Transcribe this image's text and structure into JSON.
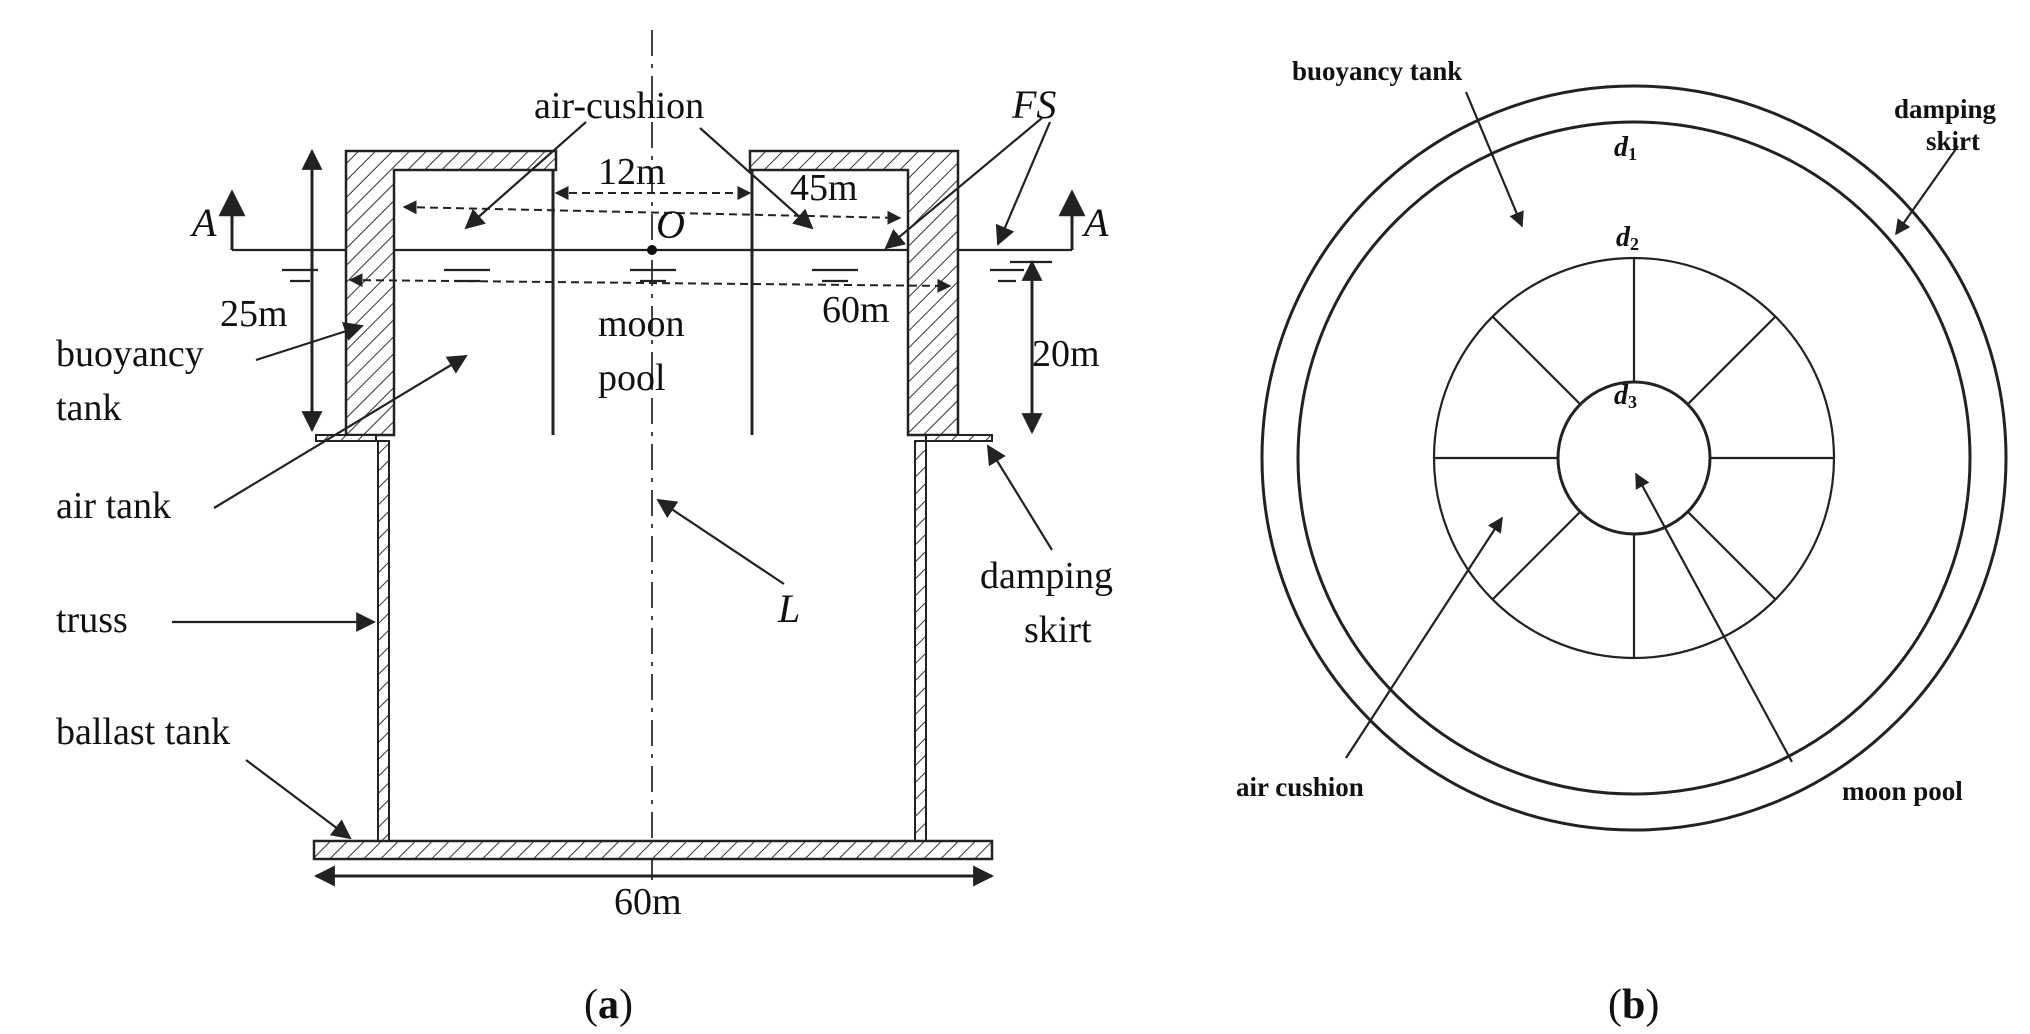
{
  "panel_a": {
    "labels": {
      "air_cushion": "air-cushion",
      "fs": "FS",
      "dim_12": "12m",
      "dim_45": "45m",
      "origin": "O",
      "section_left": "A",
      "section_right": "A",
      "dim_25": "25m",
      "dim_60_inner": "60m",
      "dim_20": "20m",
      "moon": "moon",
      "pool": "pool",
      "buoyancy": "buoyancy",
      "tank": "tank",
      "air_tank": "air tank",
      "truss": "truss",
      "l_axis": "L",
      "damping": "damping",
      "skirt": "skirt",
      "ballast_tank": "ballast tank",
      "dim_60_bottom": "60m"
    },
    "caption": {
      "open": "(",
      "letter": "a",
      "close": ")"
    }
  },
  "panel_b": {
    "labels": {
      "buoyancy_tank": "buoyancy tank",
      "damping": "damping",
      "skirt": "skirt",
      "d1": "d",
      "d1_sub": "1",
      "d2": "d",
      "d2_sub": "2",
      "d3": "d",
      "d3_sub": "3",
      "air_cushion": "air cushion",
      "moon_pool": "moon pool"
    },
    "caption": {
      "open": "(",
      "letter": "b",
      "close": ")"
    }
  }
}
